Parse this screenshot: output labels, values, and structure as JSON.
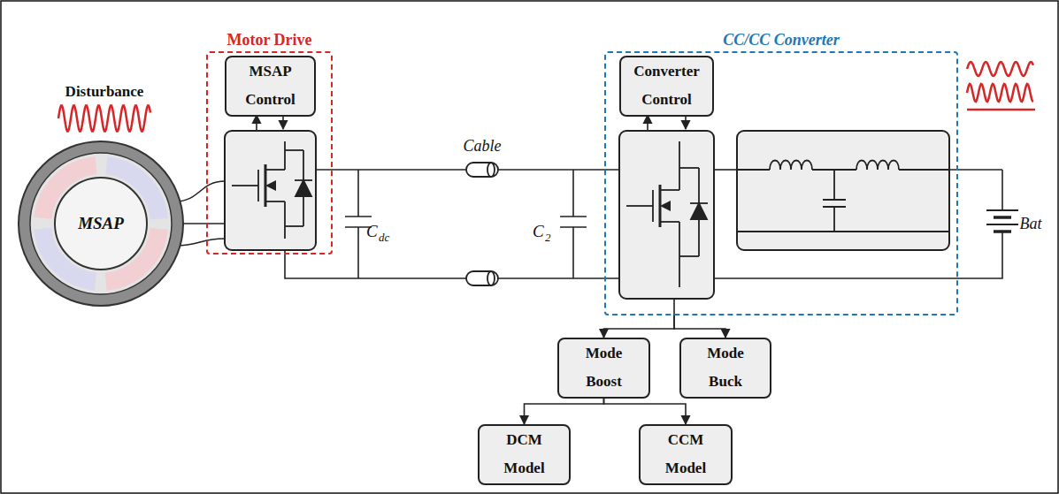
{
  "diagram": {
    "nodes": [
      {
        "text": [
          "MSAP"
        ]
      },
      {
        "text": [
          "Motor Drive"
        ]
      },
      {
        "text": [
          "MSAP Control"
        ],
        "in": 1
      },
      {
        "text": [
          "CC/CC Converter"
        ]
      },
      {
        "text": [
          "Converter Control"
        ],
        "in": 3
      },
      {
        "text": [
          "Mode Boost"
        ]
      },
      {
        "text": [
          "Mode Buck"
        ]
      },
      {
        "text": [
          "DCM Model"
        ]
      },
      {
        "text": [
          "CCM Model"
        ]
      }
    ],
    "edges": [
      {
        "from": 3,
        "to": 5,
        "arrow": "to"
      },
      {
        "from": 3,
        "to": 6,
        "arrow": "to"
      },
      {
        "from": 5,
        "to": 7,
        "arrow": "to"
      },
      {
        "from": 5,
        "to": 8,
        "arrow": "to"
      }
    ],
    "labels": [
      "Disturbance",
      "Cable",
      "C",
      "dc",
      "C",
      "2",
      "Bat"
    ]
  }
}
